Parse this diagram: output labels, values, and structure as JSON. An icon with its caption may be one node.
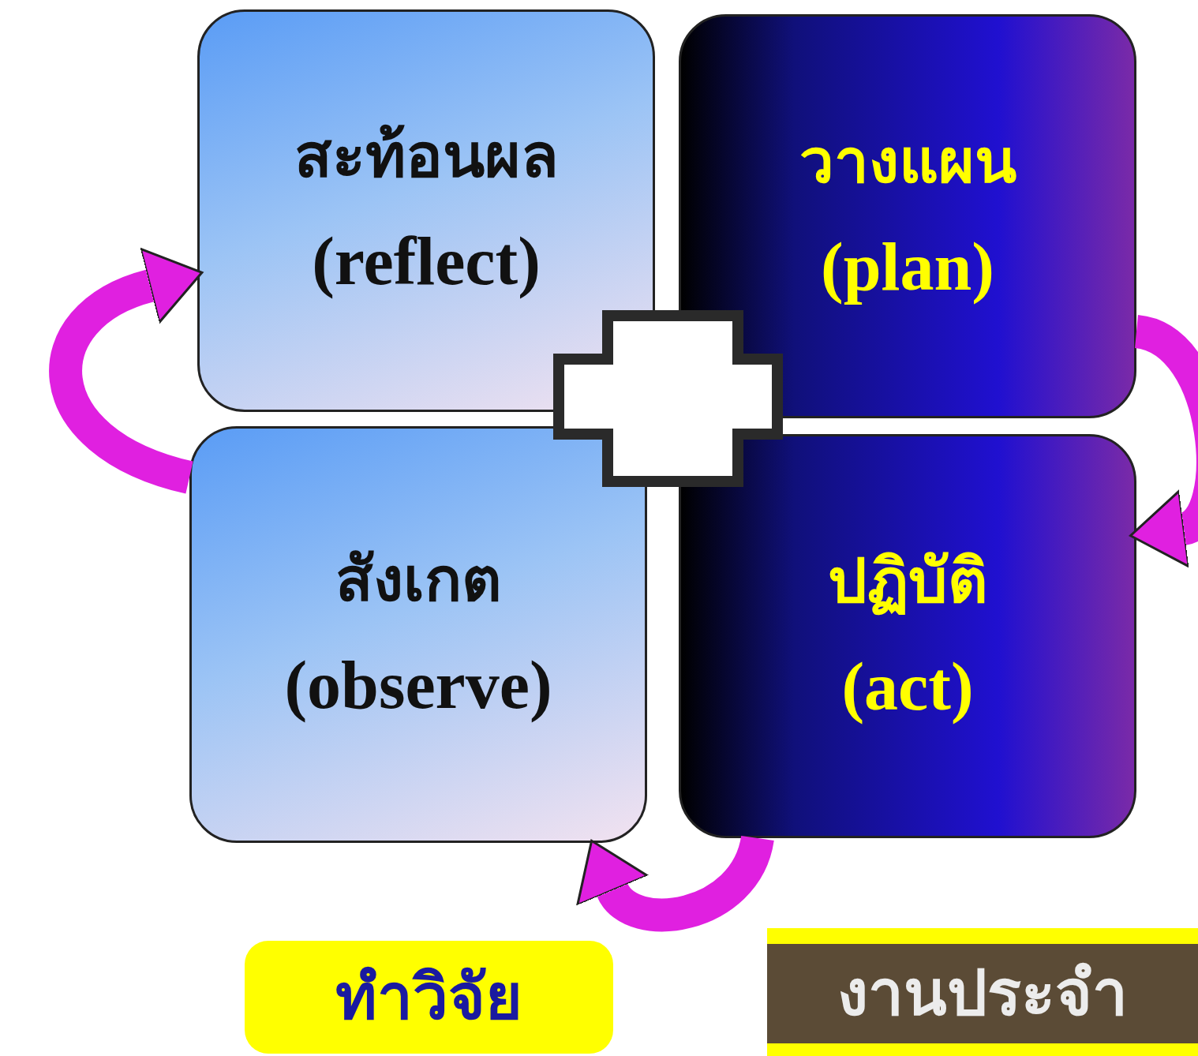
{
  "diagram": {
    "nodes": [
      {
        "text": [
          "สะท้อนผล",
          "(reflect)"
        ]
      },
      {
        "text": [
          "วางแผน",
          "(plan)"
        ]
      },
      {
        "text": [
          "สังเกต",
          "(observe)"
        ]
      },
      {
        "text": [
          "ปฏิบัติ",
          "(act)"
        ]
      },
      {
        "text": [
          "ทำวิจัย"
        ]
      },
      {
        "text": [
          "งานประจำ"
        ]
      },
      {
        "text": [],
        "shape": "cross"
      }
    ],
    "edges": [
      {
        "from": 1,
        "to": 3,
        "arrow": "to"
      },
      {
        "from": 3,
        "to": 2,
        "arrow": "to"
      },
      {
        "from": 2,
        "to": 0,
        "arrow": "to"
      }
    ]
  }
}
